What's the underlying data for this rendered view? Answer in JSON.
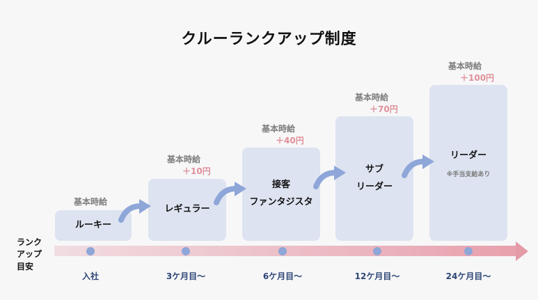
{
  "title": "クルーランクアップ制度",
  "side_label": [
    "ランク",
    "アップ",
    "目安"
  ],
  "stages": [
    {
      "label_lines": [
        "ルーキー"
      ],
      "salary": "基本時給",
      "bonus": "",
      "note": "",
      "tick": "入社"
    },
    {
      "label_lines": [
        "レギュラー"
      ],
      "salary": "基本時給",
      "bonus": "＋10円",
      "note": "",
      "tick": "3ケ月目〜"
    },
    {
      "label_lines": [
        "接客",
        "ファンタジスタ"
      ],
      "salary": "基本時給",
      "bonus": "＋40円",
      "note": "",
      "tick": "6ケ月目〜"
    },
    {
      "label_lines": [
        "サブ",
        "リーダー"
      ],
      "salary": "基本時給",
      "bonus": "＋70円",
      "note": "",
      "tick": "12ケ月目〜"
    },
    {
      "label_lines": [
        "リーダー"
      ],
      "salary": "基本時給",
      "bonus": "＋100円",
      "note": "※手当支給あり",
      "tick": "24ケ月目〜"
    }
  ],
  "colors": {
    "box": "#dde3f0",
    "arrow": "#8ea6d8",
    "bonus": "#e0909a",
    "timeline_start": "#f1dde2",
    "timeline_end": "#e8a1ad",
    "tick_text": "#2d4675"
  }
}
